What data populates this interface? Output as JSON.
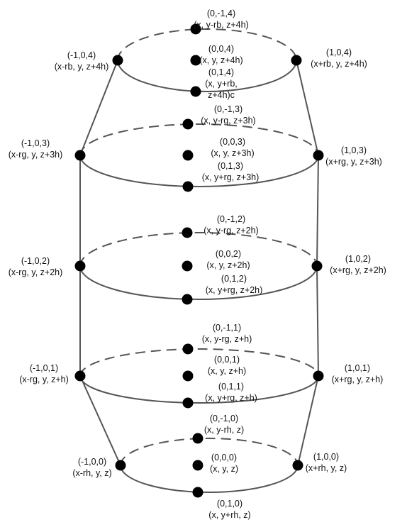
{
  "levels": [
    {
      "center": [
        "(0,0,4)",
        "(x, y, z+4h)"
      ],
      "back": [
        "(0,-1,4)",
        "(x, y-rb, z+4h)"
      ],
      "front": [
        "(0,1,4)",
        "(x, y+rb,",
        "z+4h)c"
      ],
      "left": [
        "(-1,0,4)",
        "(x-rb, y, z+4h)"
      ],
      "right": [
        "(1,0,4)",
        "(x+rb, y, z+4h)"
      ]
    },
    {
      "center": [
        "(0,0,3)",
        "(x, y, z+3h)"
      ],
      "back": [
        "(0,-1,3)",
        "(x, y-rg, z+3h)"
      ],
      "front": [
        "(0,1,3)",
        "(x, y+rg, z+3h)"
      ],
      "left": [
        "(-1,0,3)",
        "(x-rg, y, z+3h)"
      ],
      "right": [
        "(1,0,3)",
        "(x+rg, y, z+3h)"
      ]
    },
    {
      "center": [
        "(0,0,2)",
        "(x, y, z+2h)"
      ],
      "back": [
        "(0,-1,2)",
        "(x, y-rg, z+2h)"
      ],
      "front": [
        "(0,1,2)",
        "(x, y+rg, z+2h)"
      ],
      "left": [
        "(-1,0,2)",
        "(x-rg, y, z+2h)"
      ],
      "right": [
        "(1,0,2)",
        "(x+rg, y, z+2h)"
      ]
    },
    {
      "center": [
        "(0,0,1)",
        "(x, y, z+h)"
      ],
      "back": [
        "(0,-1,1)",
        "(x, y-rg, z+h)"
      ],
      "front": [
        "(0,1,1)",
        "(x, y+rg, z+h)"
      ],
      "left": [
        "(-1,0,1)",
        "(x-rg, y, z+h)"
      ],
      "right": [
        "(1,0,1)",
        "(x+rg, y, z+h)"
      ]
    },
    {
      "center": [
        "(0,0,0)",
        "(x, y, z)"
      ],
      "back": [
        "(0,-1,0)",
        "(x, y-rh, z)"
      ],
      "front": [
        "(0,1,0)",
        "(x, y+rh, z)"
      ],
      "left": [
        "(-1,0,0)",
        "(x-rh, y, z)"
      ],
      "right": [
        "(1,0,0)",
        "(x+rh, y, z)"
      ]
    }
  ]
}
